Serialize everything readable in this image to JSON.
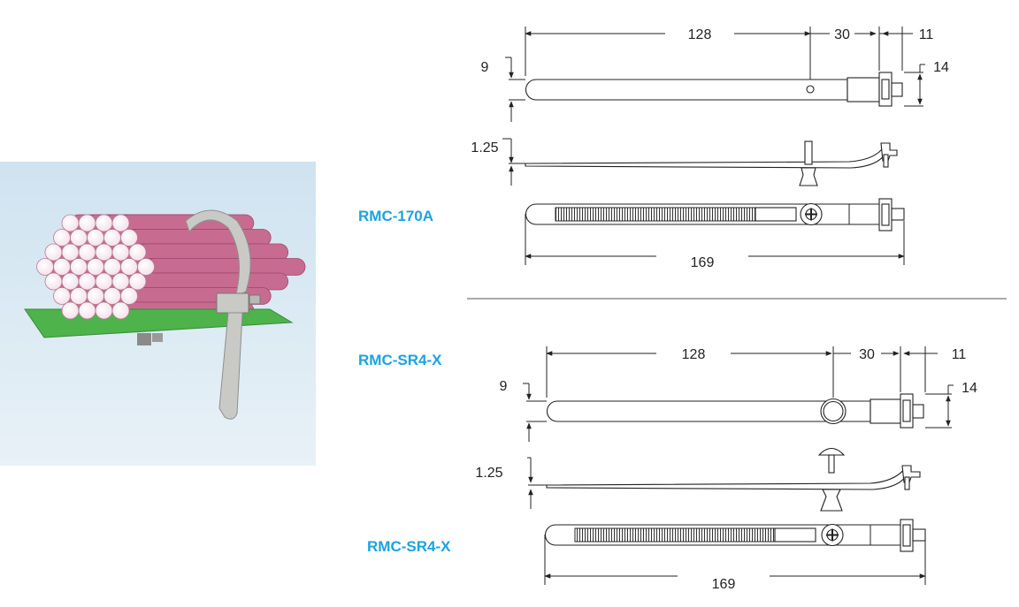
{
  "colors": {
    "model_label": "#1aa3e0",
    "photo_sky_top": "#cfe3f0",
    "photo_sky_bottom": "#e8f1f7",
    "cable_fill": "#c86b91",
    "cable_end": "#f3dde6",
    "board": "#4db34a",
    "tie": "#c9c9c6",
    "divider": "#555555"
  },
  "icons": [
    "cable-bundle-photo",
    "cable-tie-side-view",
    "cable-tie-profile-view",
    "cable-tie-top-view"
  ],
  "section_1": {
    "model_label": "RMC-170A",
    "dims": {
      "width": "9",
      "strap_length": "128",
      "mount_offset": "30",
      "head_length": "11",
      "head_width": "14",
      "thickness": "1.25",
      "total_length": "169"
    }
  },
  "section_2": {
    "model_label_top": "RMC-SR4-X",
    "model_label_bottom": "RMC-SR4-X",
    "dims": {
      "width": "9",
      "strap_length": "128",
      "mount_offset": "30",
      "head_length": "11",
      "head_width": "14",
      "thickness": "1.25",
      "total_length": "169"
    }
  }
}
